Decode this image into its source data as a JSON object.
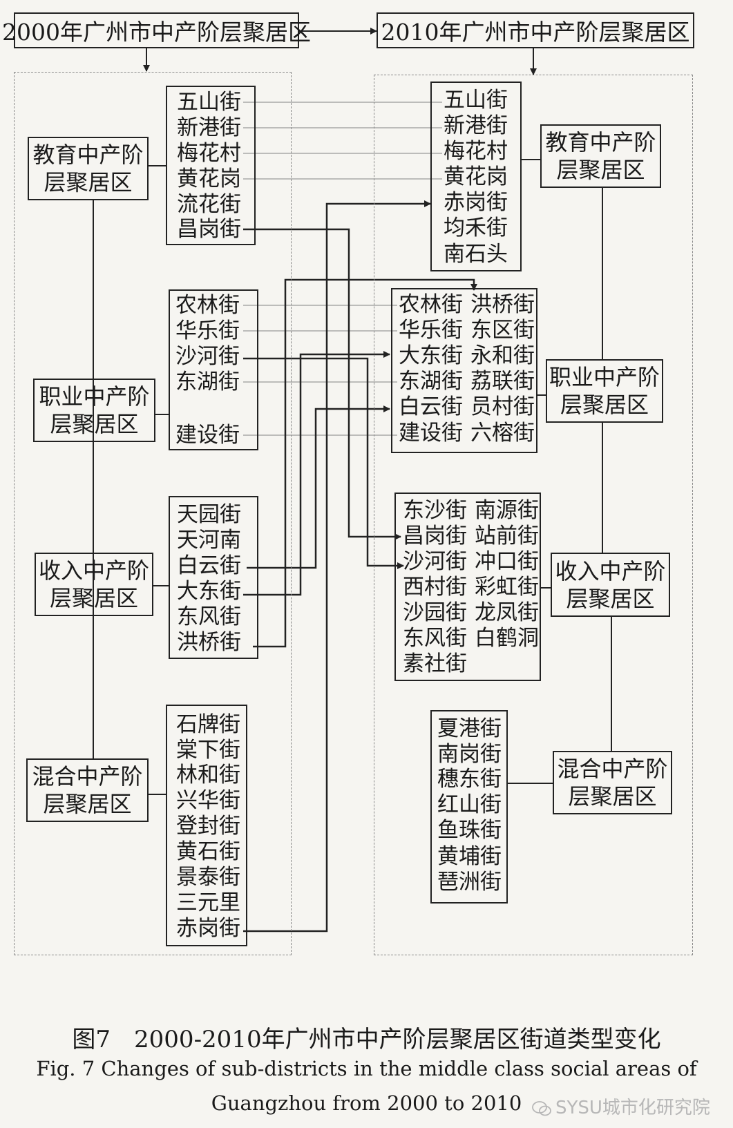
{
  "header": {
    "left_title": "2000年广州市中产阶层聚居区",
    "right_title": "2010年广州市中产阶层聚居区"
  },
  "left": {
    "categories": [
      "教育中产阶\n层聚居区",
      "职业中产阶\n层聚居区",
      "收入中产阶\n层聚居区",
      "混合中产阶\n层聚居区"
    ],
    "education": [
      "五山街",
      "新港街",
      "梅花村",
      "黄花岗",
      "流花街",
      "昌岗街"
    ],
    "occupation": [
      "农林街",
      "华乐街",
      "沙河街",
      "东湖街",
      "建设街"
    ],
    "income": [
      "天园街",
      "天河南",
      "白云街",
      "大东街",
      "东风街",
      "洪桥街"
    ],
    "mixed": [
      "石牌街",
      "棠下街",
      "林和街",
      "兴华街",
      "登封街",
      "黄石街",
      "景泰街",
      "三元里",
      "赤岗街"
    ]
  },
  "right": {
    "categories": [
      "教育中产阶\n层聚居区",
      "职业中产阶\n层聚居区",
      "收入中产阶\n层聚居区",
      "混合中产阶\n层聚居区"
    ],
    "education": [
      "五山街",
      "新港街",
      "梅花村",
      "黄花岗",
      "赤岗街",
      "均禾街",
      "南石头"
    ],
    "occupation_col1": [
      "农林街",
      "华乐街",
      "大东街",
      "东湖街",
      "白云街",
      "建设街"
    ],
    "occupation_col2": [
      "洪桥街",
      "东区街",
      "永和街",
      "荔联街",
      "员村街",
      "六榕街"
    ],
    "income_col1": [
      "东沙街",
      "昌岗街",
      "沙河街",
      "西村街",
      "沙园街",
      "东风街",
      "素社街"
    ],
    "income_col2": [
      "南源街",
      "站前街",
      "冲口街",
      "彩虹街",
      "龙凤街",
      "白鹤洞"
    ],
    "mixed": [
      "夏港街",
      "南岗街",
      "穗东街",
      "红山街",
      "鱼珠街",
      "黄埔街",
      "琶洲街"
    ]
  },
  "caption": {
    "cn": "图7　2000-2010年广州市中产阶层聚居区街道类型变化",
    "en_line1": "Fig. 7   Changes of sub-districts in the middle class social areas of",
    "en_line2": "Guangzhou from 2000 to 2010"
  },
  "watermark": "SYSU城市化研究院",
  "colors": {
    "line": "#222222",
    "thin_line": "#9a9a9a",
    "watermark": "#b7b7b7"
  }
}
